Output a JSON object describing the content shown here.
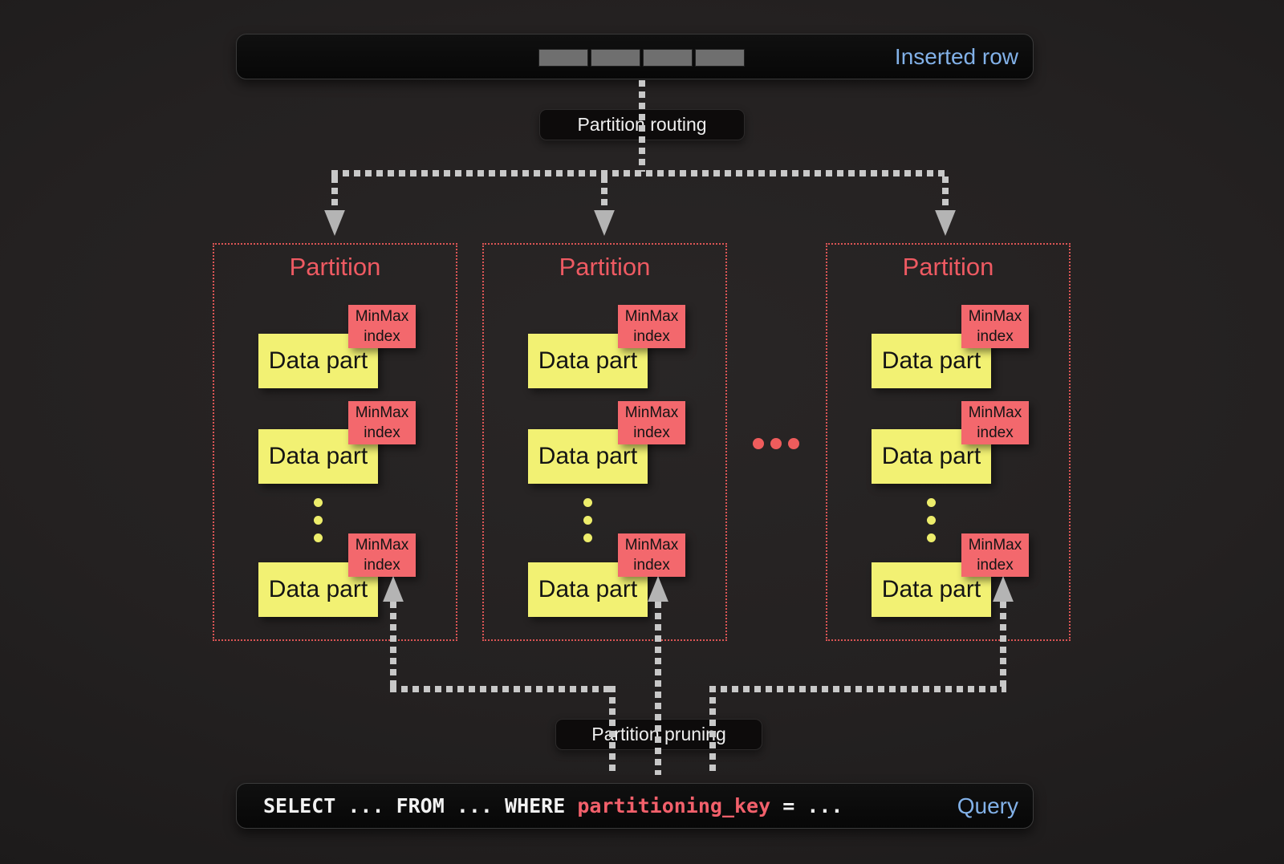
{
  "inserted_row_bar": {
    "label": "Inserted row",
    "segment_count": 4
  },
  "labels": {
    "routing": "Partition routing",
    "pruning": "Partition pruning"
  },
  "partitions": [
    {
      "title": "Partition",
      "parts": [
        {
          "name": "Data part",
          "index": "MinMax index"
        },
        {
          "name": "Data part",
          "index": "MinMax index"
        },
        {
          "name": "Data part",
          "index": "MinMax index"
        }
      ]
    },
    {
      "title": "Partition",
      "parts": [
        {
          "name": "Data part",
          "index": "MinMax index"
        },
        {
          "name": "Data part",
          "index": "MinMax index"
        },
        {
          "name": "Data part",
          "index": "MinMax index"
        }
      ]
    },
    {
      "title": "Partition",
      "parts": [
        {
          "name": "Data part",
          "index": "MinMax index"
        },
        {
          "name": "Data part",
          "index": "MinMax index"
        },
        {
          "name": "Data part",
          "index": "MinMax index"
        }
      ]
    }
  ],
  "query_bar": {
    "select_prefix": "SELECT ... FROM ... WHERE ",
    "key": "partitioning_key",
    "suffix": " = ...",
    "label": "Query"
  },
  "colors": {
    "accent_blue": "#82b1e8",
    "accent_red": "#f3686d",
    "partition_border_red": "#dc5555",
    "partition_title_red": "#ee5a62",
    "sql_key_red": "#f2606b",
    "data_part_yellow": "#f2f173",
    "connector_gray": "#c8c8c8",
    "segment_gray": "#6f6f6f",
    "bar_background": "#0a0a0a"
  }
}
